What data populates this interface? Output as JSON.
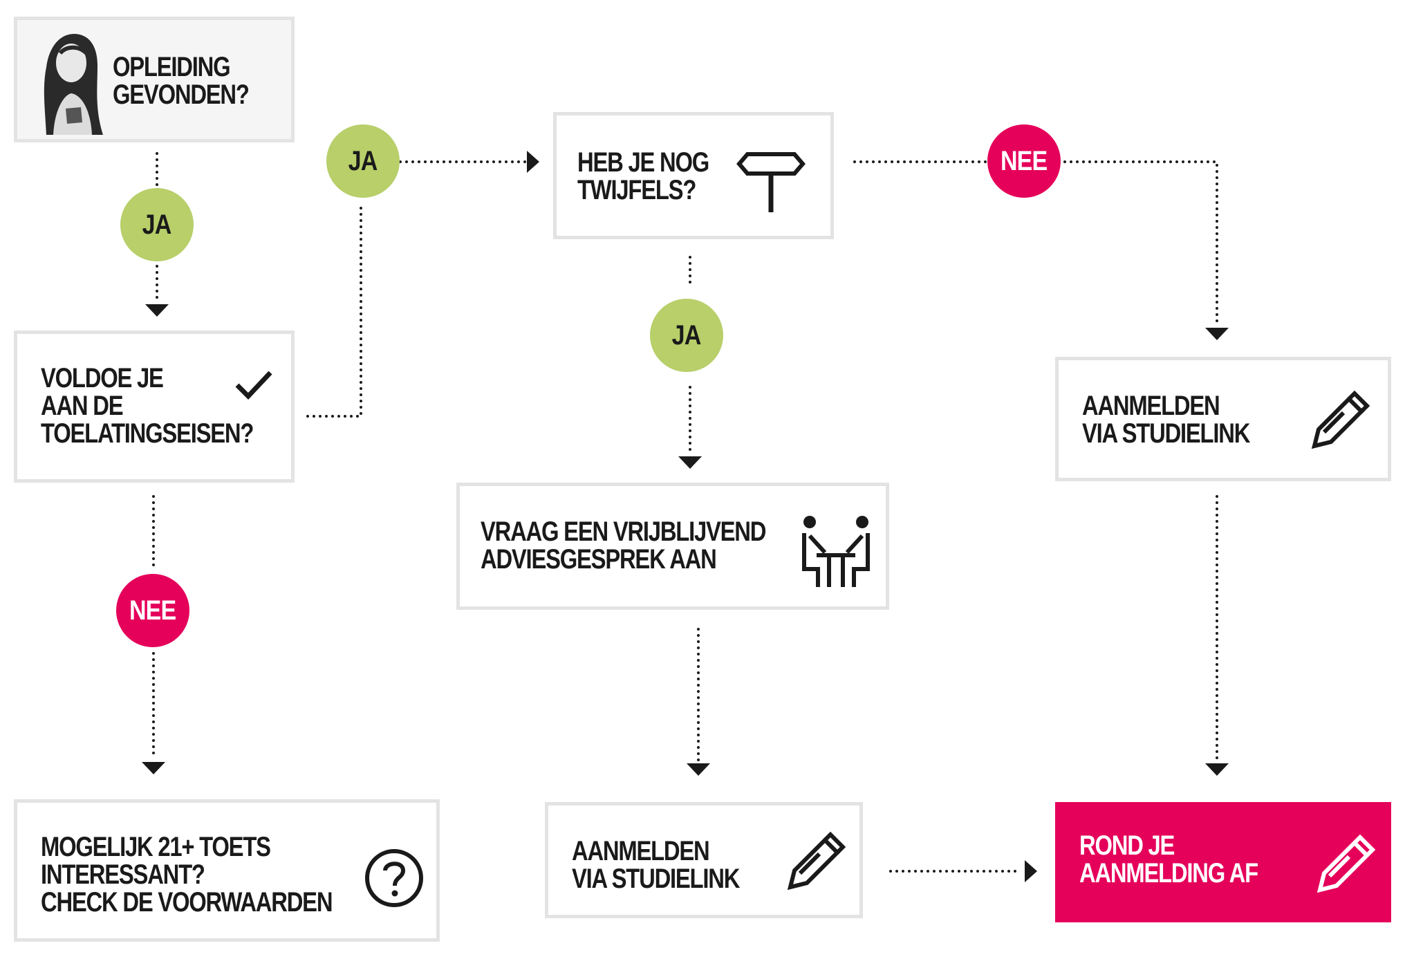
{
  "colors": {
    "accent": "#e5005a",
    "yes": "#b8cf6a",
    "border": "#e3e3e3",
    "text": "#1a1a1a"
  },
  "nodes": {
    "opleiding": {
      "text": "OPLEIDING\nGEVONDEN?",
      "icon": "person-photo"
    },
    "toelating": {
      "text": "VOLDOE JE\nAAN DE\nTOELATINGSEISEN?",
      "icon": "checkmark-icon"
    },
    "twijfels": {
      "text": "HEB JE NOG\nTWIJFELS?",
      "icon": "signpost-icon"
    },
    "adviesgesprek": {
      "text": "VRAAG EEN VRIJBLIJVEND\nADVIESGESPREK AAN",
      "icon": "meeting-icon"
    },
    "toets": {
      "text": "MOGELIJK 21+ TOETS\nINTERESSANT?\nCHECK DE VOORWAARDEN",
      "icon": "question-icon"
    },
    "aanmelden_right": {
      "text": "AANMELDEN\nVIA STUDIELINK",
      "icon": "pencil-icon"
    },
    "aanmelden_mid": {
      "text": "AANMELDEN\nVIA STUDIELINK",
      "icon": "pencil-icon"
    },
    "rond_af": {
      "text": "ROND JE\nAANMELDING AF",
      "icon": "pencil-icon"
    }
  },
  "badges": {
    "ja": "JA",
    "nee": "NEE"
  }
}
